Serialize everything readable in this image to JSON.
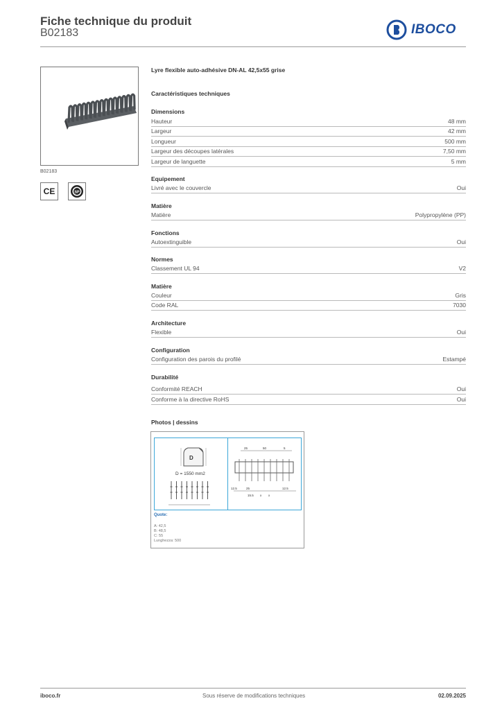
{
  "header": {
    "title": "Fiche technique du produit",
    "code": "B02183",
    "brand": "IBOCO",
    "brand_color": "#1d4e9e"
  },
  "left": {
    "image_caption": "B02183",
    "certifications": [
      "CE",
      "CSA"
    ]
  },
  "product": {
    "name": "Lyre flexible auto-adhésive DN-AL 42,5x55 grise",
    "spec_title": "Caractéristiques techniques"
  },
  "sections": [
    {
      "title": "Dimensions",
      "rows": [
        {
          "label": "Hauteur",
          "value": "48 mm"
        },
        {
          "label": "Largeur",
          "value": "42 mm"
        },
        {
          "label": "Longueur",
          "value": "500 mm"
        },
        {
          "label": "Largeur des découpes latérales",
          "value": "7,50 mm"
        },
        {
          "label": "Largeur de languette",
          "value": "5 mm"
        }
      ]
    },
    {
      "title": "Equipement",
      "rows": [
        {
          "label": "Livré avec le couvercle",
          "value": "Oui"
        }
      ]
    },
    {
      "title": "Matière",
      "rows": [
        {
          "label": "Matière",
          "value": "Polypropylène (PP)"
        }
      ]
    },
    {
      "title": "Fonctions",
      "rows": [
        {
          "label": "Autoextinguible",
          "value": "Oui"
        }
      ]
    },
    {
      "title": "Normes",
      "rows": [
        {
          "label": "Classement UL 94",
          "value": "V2"
        }
      ]
    },
    {
      "title": "Matière",
      "rows": [
        {
          "label": "Couleur",
          "value": "Gris"
        },
        {
          "label": "Code RAL",
          "value": "7030"
        }
      ]
    },
    {
      "title": "Architecture",
      "rows": [
        {
          "label": "Flexible",
          "value": "Oui"
        }
      ]
    },
    {
      "title": "Configuration",
      "rows": [
        {
          "label": "Configuration des parois du profilé",
          "value": "Estampé"
        }
      ]
    },
    {
      "title": "Durabilité",
      "rows": [
        {
          "label": "Conformité REACH",
          "value": "Oui"
        },
        {
          "label": "Conforme à la directive RoHS",
          "value": "Oui"
        }
      ]
    }
  ],
  "photos": {
    "title": "Photos | dessins",
    "drawing": {
      "section_label": "D",
      "area_label": "D = 1550 mm2",
      "dims_top": [
        "25",
        "50",
        "5"
      ],
      "dims_bottom": [
        "12.5",
        "25",
        "12.5",
        "15.5",
        "x",
        "x"
      ],
      "quote_title": "Quote:",
      "quote_lines": [
        "A: 42,5",
        "B: 48,5",
        "C: 55",
        "Lunghezza: 500"
      ]
    }
  },
  "footer": {
    "website": "iboco.fr",
    "notice": "Sous réserve de modifications techniques",
    "date": "02.09.2025"
  }
}
